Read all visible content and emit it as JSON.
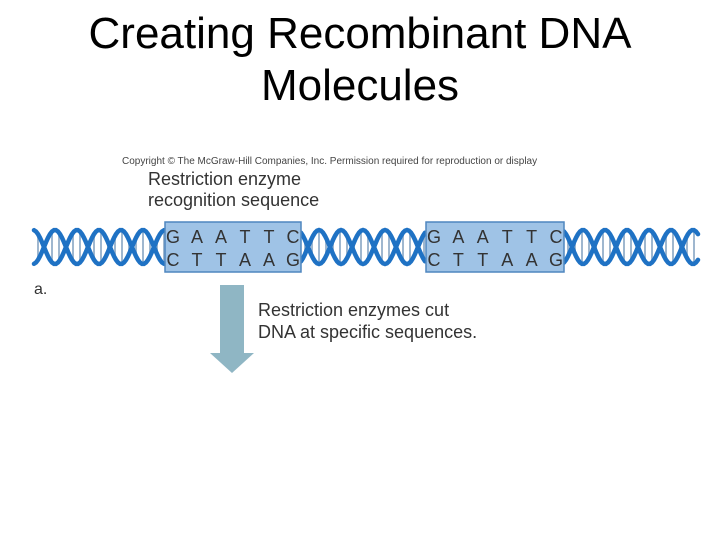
{
  "title": {
    "line1": "Creating Recombinant DNA",
    "line2": "Molecules"
  },
  "copyright": "Copyright © The McGraw-Hill Companies, Inc. Permission required for reproduction or display",
  "recognition_label": {
    "line1": "Restriction enzyme",
    "line2": "recognition sequence"
  },
  "part_label": "a.",
  "cut_label": {
    "line1": "Restriction enzymes cut",
    "line2": "DNA at specific sequences."
  },
  "sites": [
    {
      "top": [
        "G",
        "A",
        "A",
        "T",
        "T",
        "C"
      ],
      "bottom": [
        "C",
        "T",
        "T",
        "A",
        "A",
        "G"
      ]
    },
    {
      "top": [
        "G",
        "A",
        "A",
        "T",
        "T",
        "C"
      ],
      "bottom": [
        "C",
        "T",
        "T",
        "A",
        "A",
        "G"
      ]
    }
  ],
  "colors": {
    "helix": "#1f72c4",
    "rungs": "#9fb7cf",
    "site_box": "#9fc3e6",
    "site_border": "#4f86bf",
    "arrow": "#8fb6c4"
  }
}
